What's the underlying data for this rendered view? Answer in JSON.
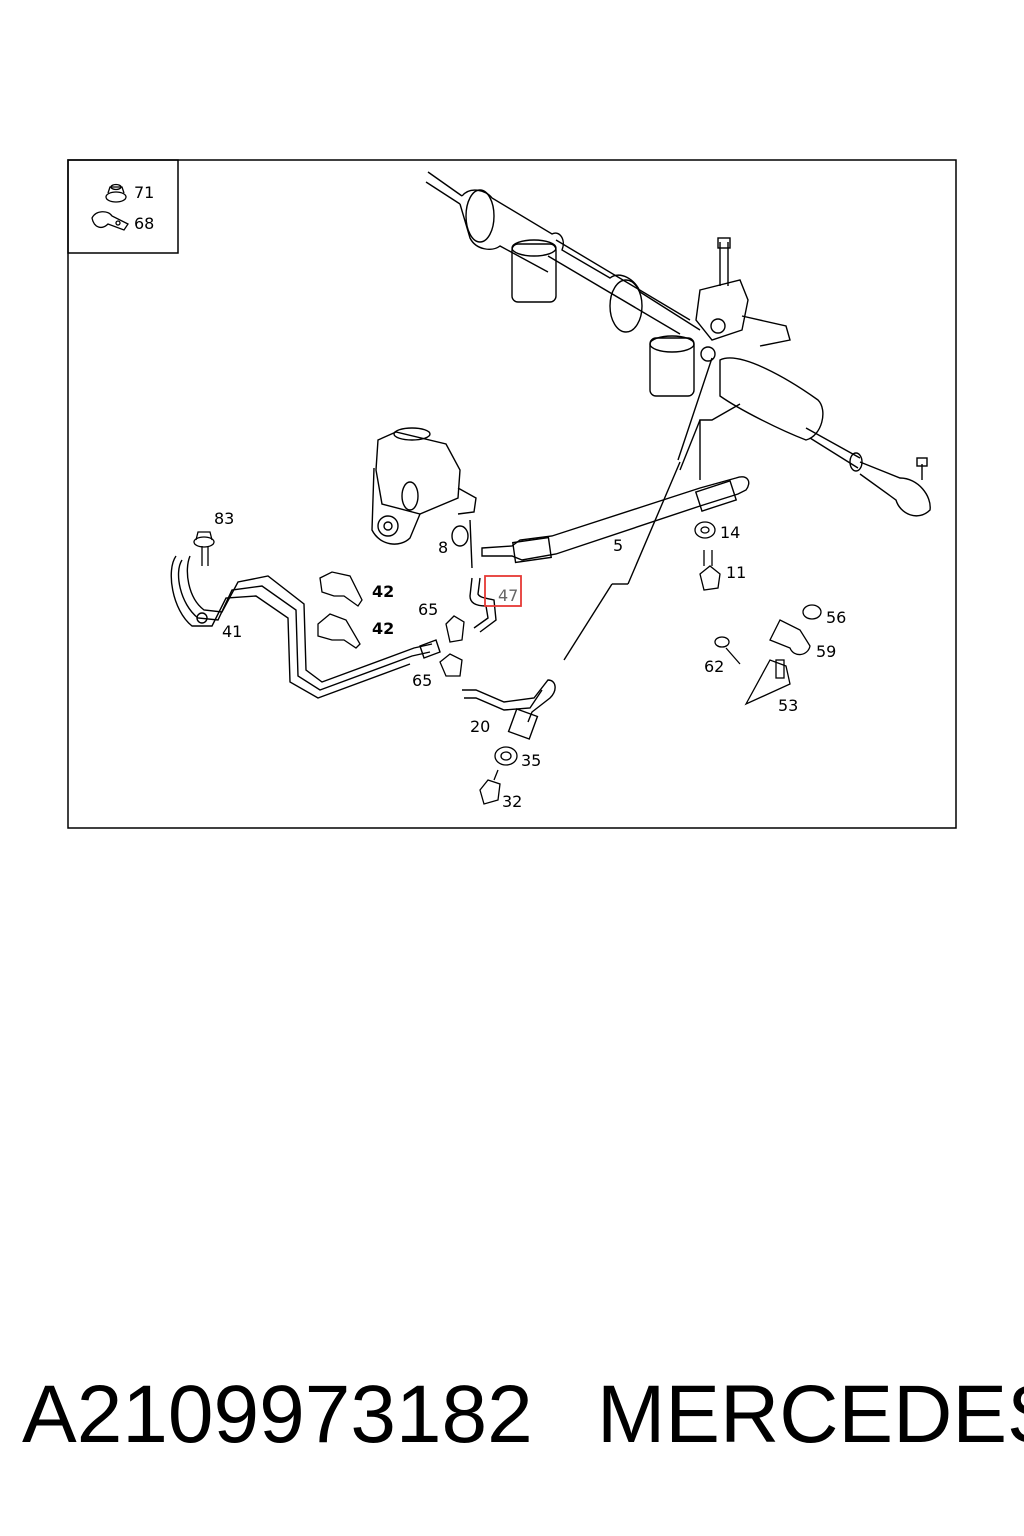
{
  "diagram": {
    "legend": [
      {
        "id": "nut",
        "label": "71"
      },
      {
        "id": "clip",
        "label": "68"
      }
    ],
    "callouts": [
      {
        "id": "83",
        "label": "83"
      },
      {
        "id": "42a",
        "label": "42"
      },
      {
        "id": "42b",
        "label": "42"
      },
      {
        "id": "41",
        "label": "41"
      },
      {
        "id": "65a",
        "label": "65"
      },
      {
        "id": "65b",
        "label": "65"
      },
      {
        "id": "8",
        "label": "8"
      },
      {
        "id": "47",
        "label": "47"
      },
      {
        "id": "5",
        "label": "5"
      },
      {
        "id": "14",
        "label": "14"
      },
      {
        "id": "11",
        "label": "11"
      },
      {
        "id": "56",
        "label": "56"
      },
      {
        "id": "59",
        "label": "59"
      },
      {
        "id": "62",
        "label": "62"
      },
      {
        "id": "53",
        "label": "53"
      },
      {
        "id": "20",
        "label": "20"
      },
      {
        "id": "35",
        "label": "35"
      },
      {
        "id": "32",
        "label": "32"
      }
    ],
    "highlight_color": "#e53935"
  },
  "footer": {
    "part_number": "A2109973182",
    "brand": "MERCEDES"
  }
}
